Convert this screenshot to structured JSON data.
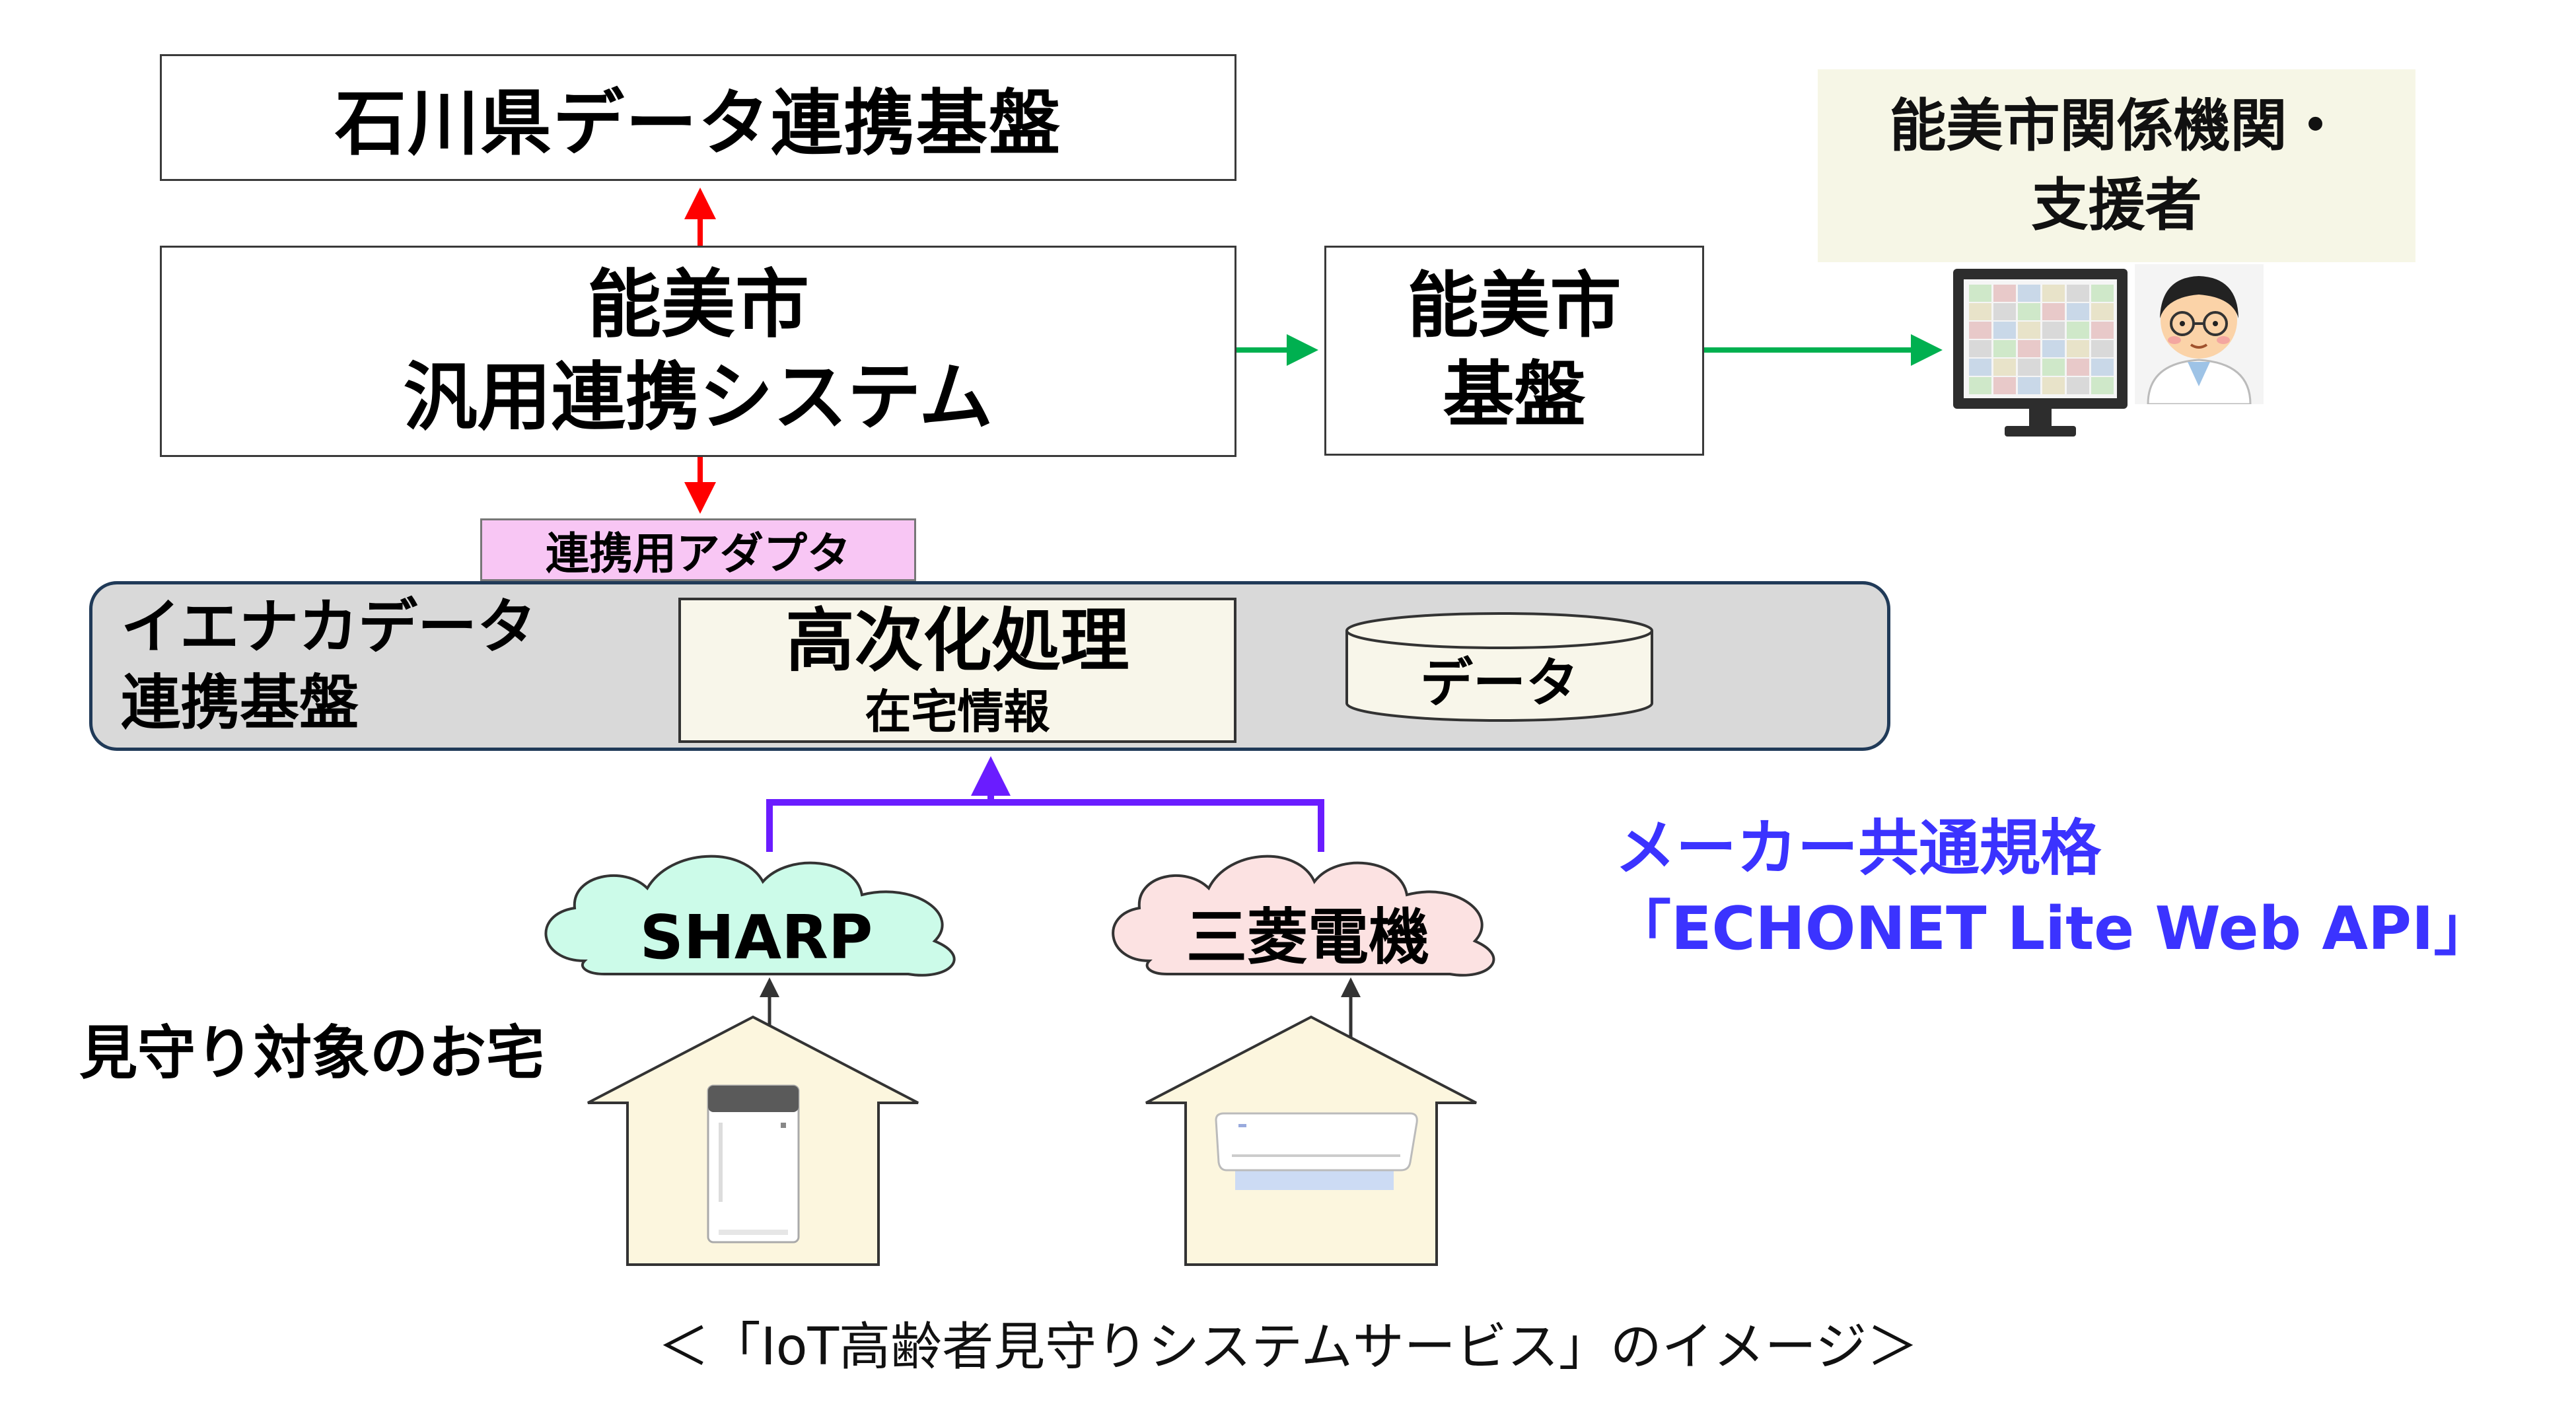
{
  "ishikawa_box": {
    "title": "石川県データ連携基盤"
  },
  "nomi_system_box": {
    "line1": "能美市",
    "line2": "汎用連携システム"
  },
  "nomi_platform_box": {
    "line1": "能美市",
    "line2": "基盤"
  },
  "stakeholders": {
    "line1": "能美市関係機関・",
    "line2": "支援者"
  },
  "adapter": {
    "label": "連携用アダプタ"
  },
  "ienaka": {
    "title_line1": "イエナカデータ",
    "title_line2": "連携基盤",
    "processing_title": "高次化処理",
    "processing_sub": "在宅情報",
    "database_label": "データ"
  },
  "clouds": {
    "sharp": "SHARP",
    "mitsubishi": "三菱電機"
  },
  "standard": {
    "line1": "メーカー共通規格",
    "line2": "「ECHONET Lite Web API」"
  },
  "homes_label": "見守り対象のお宅",
  "caption": "＜「IoT高齢者見守りシステムサービス」のイメージ＞",
  "colors": {
    "red_arrow": "#ff0000",
    "green_arrow": "#00b050",
    "purple_line": "#6a1cff",
    "standard_text": "#3b33ff",
    "adapter_bg": "#f8c6f4",
    "ienaka_bg": "#d9d9d9",
    "ienaka_border": "#203a58",
    "sharp_cloud": "#ccfbe9",
    "mitsubishi_cloud": "#fce2e2",
    "house_fill": "#fcf6de",
    "stakeholder_bg": "#f6f6e6"
  },
  "icons": [
    "monitor-icon",
    "doctor-icon",
    "air-purifier-icon",
    "air-conditioner-icon",
    "database-icon",
    "cloud-icon",
    "house-icon"
  ]
}
